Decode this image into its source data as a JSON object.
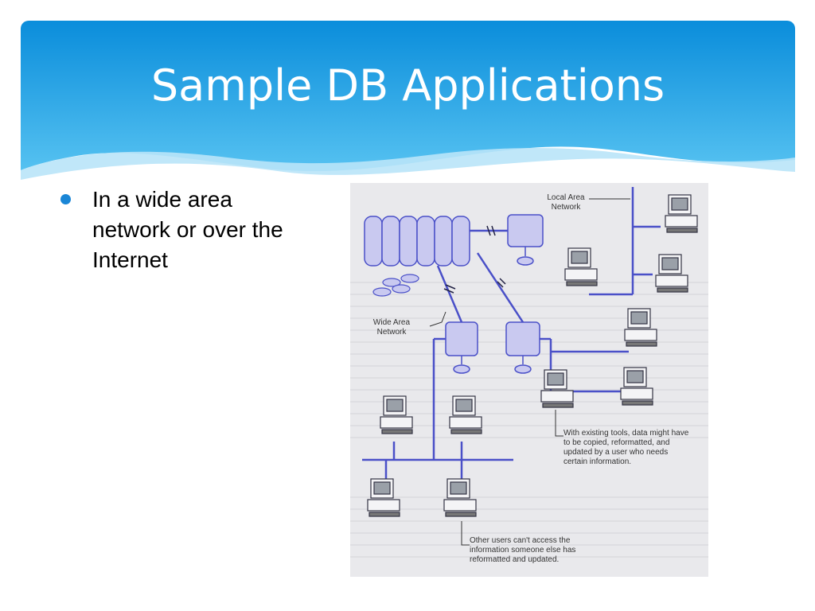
{
  "slide": {
    "title": "Sample DB Applications",
    "bullets": [
      {
        "text": "In a wide area network or over the Internet"
      }
    ],
    "colors": {
      "header_top": "#0b8fdc",
      "header_bottom": "#5cc4f2",
      "bullet": "#1a86d6",
      "network_line": "#4a50c8",
      "device_fill": "#c9c9f0"
    }
  },
  "figure": {
    "labels": {
      "lan": "Local Area Network",
      "wan": "Wide Area Network",
      "note_tools": "With existing tools, data might have to be copied, reformatted, and updated by a user who needs certain information.",
      "note_users": "Other users can't access the information someone else has reformatted and updated."
    }
  }
}
